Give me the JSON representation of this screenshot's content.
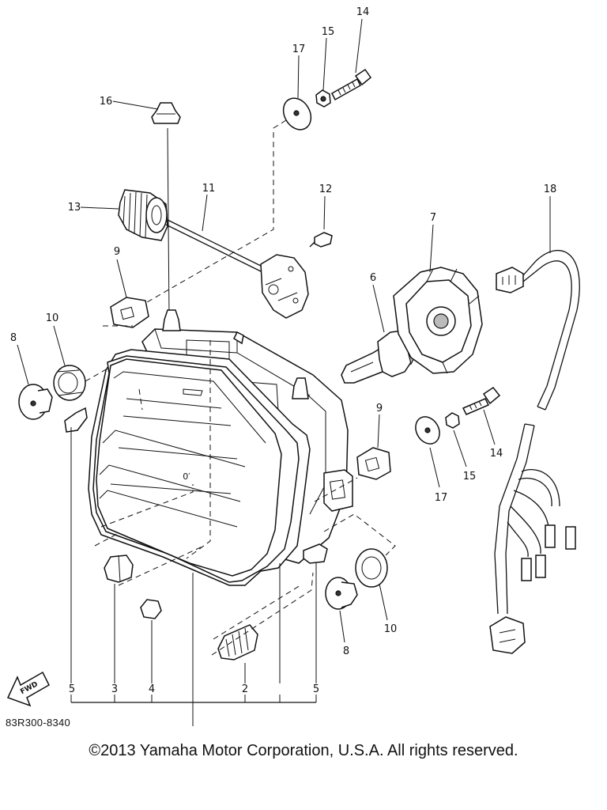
{
  "callouts": {
    "c2": "2",
    "c3": "3",
    "c4": "4",
    "c5a": "5",
    "c5b": "5",
    "c6": "6",
    "c7": "7",
    "c8a": "8",
    "c8b": "8",
    "c9a": "9",
    "c9b": "9",
    "c10a": "10",
    "c10b": "10",
    "c11": "11",
    "c12": "12",
    "c13": "13",
    "c14a": "14",
    "c14b": "14",
    "c15a": "15",
    "c15b": "15",
    "c16": "16",
    "c17a": "17",
    "c17b": "17",
    "c18": "18",
    "lens_mark": "0′"
  },
  "fwd_label": "FWD",
  "diagram_code": "83R300-8340",
  "copyright": "©2013 Yamaha Motor Corporation, U.S.A. All rights reserved."
}
